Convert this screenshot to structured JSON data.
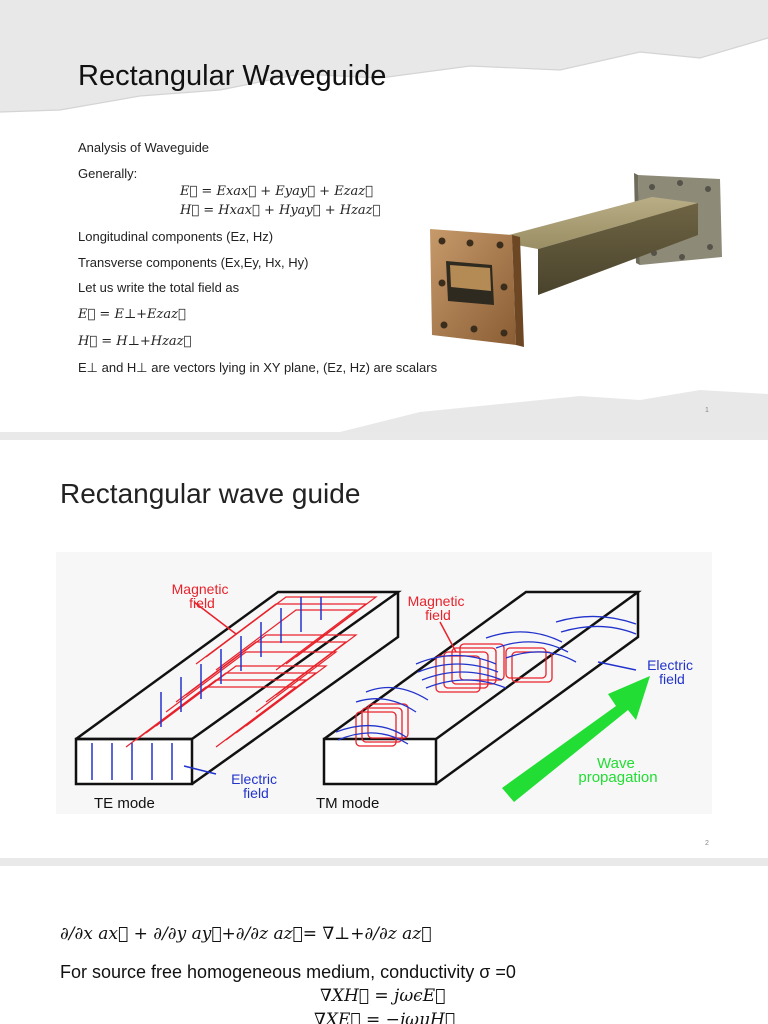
{
  "slide1": {
    "title": "Rectangular Waveguide",
    "line_analysis": "Analysis of Waveguide",
    "line_generally": "Generally:",
    "eq_e_total": "E⃗ = Exax⃗ + Eyay⃗ + Ezaz⃗",
    "eq_h_total": "H⃗ = Hxax⃗ + Hyay⃗ + Hzaz⃗",
    "line_longitudinal": "Longitudinal components (Ez, Hz)",
    "line_transverse": "Transverse components (Ex,Ey, Hx, Hy)",
    "line_total_field": "Let us write the total field as",
    "eq_e_split": "E⃗ = E⊥+Ezaz⃗",
    "eq_h_split": "H⃗ = H⊥+Hzaz⃗",
    "line_vectors": "E⊥ and H⊥ are vectors lying in XY plane, (Ez, Hz) are scalars",
    "page_number": "1"
  },
  "slide2": {
    "title": "Rectangular wave guide",
    "label_magnetic_left": "Magnetic\nfield",
    "label_magnetic_right": "Magnetic\nfield",
    "label_electric_left": "Electric\nfield",
    "label_electric_right": "Electric\nfield",
    "label_te_mode": "TE mode",
    "label_tm_mode": "TM mode",
    "label_wave_propagation": "Wave\npropagation",
    "page_number": "2"
  },
  "slide3": {
    "operator_equation": "∂/∂x ax⃗ + ∂/∂y ay⃗+∂/∂z az⃗= ∇⊥+∂/∂z az⃗",
    "line_source_free": "For source free homogeneous medium, conductivity σ =0",
    "eq_curl_h": "∇XH⃗ = jωϵE⃗",
    "eq_curl_e": "∇XE⃗ = −jωμH⃗"
  },
  "colors": {
    "magnetic_field": "#e8222b",
    "electric_field": "#2233cc",
    "propagation_arrow": "#22dd33",
    "waveguide_metal": "#8a7a4e"
  }
}
